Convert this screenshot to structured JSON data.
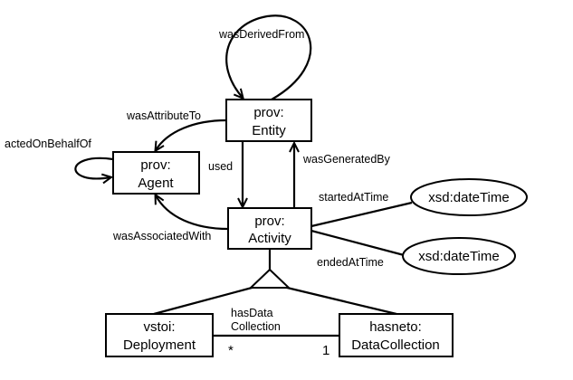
{
  "nodes": {
    "entity": {
      "line1": "prov:",
      "line2": "Entity"
    },
    "agent": {
      "line1": "prov:",
      "line2": "Agent"
    },
    "activity": {
      "line1": "prov:",
      "line2": "Activity"
    },
    "deployment": {
      "line1": "vstoi:",
      "line2": "Deployment"
    },
    "data_collection": {
      "line1": "hasneto:",
      "line2": "DataCollection"
    },
    "start_time": {
      "label": "xsd:dateTime"
    },
    "end_time": {
      "label": "xsd:dateTime"
    }
  },
  "edges": {
    "was_derived_from": "wasDerivedFrom",
    "was_attributed_to": "wasAttributeTo",
    "acted_on_behalf_of": "actedOnBehalfOf",
    "used": "used",
    "was_generated_by": "wasGeneratedBy",
    "started_at_time": "startedAtTime",
    "ended_at_time": "endedAtTime",
    "was_associated_with": "wasAssociatedWith",
    "has_data_collection_line1": "hasData",
    "has_data_collection_line2": "Collection"
  },
  "multiplicity": {
    "deployment_end": "*",
    "data_collection_end": "1"
  }
}
